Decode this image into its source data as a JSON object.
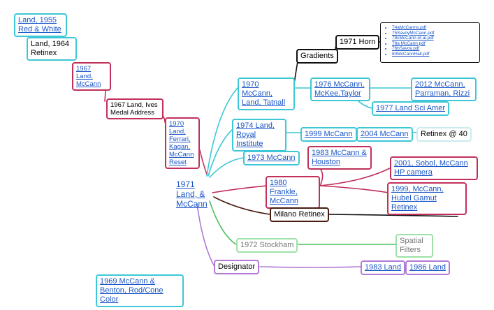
{
  "central": {
    "label": "1971 Land, & McCann"
  },
  "nodes": {
    "land1955": "Land, 1955 Red & White",
    "land1964": "Land, 1964 Retinex",
    "land1967": "1967 Land, McCann",
    "ives1967": "1967 Land, Ives Medal Address",
    "reset1970": "1970 Land, Ferrari, Kagan, McCann Reset",
    "tatnall1970": "1970 McCann, Land, Tatnall",
    "gradients": "Gradients",
    "horn1971": "1971 Horn",
    "mckee1976": "1976 McCann, McKee,Taylor",
    "parraman2012": "2012 McCann, Parraman, Rizzi",
    "sciamer1977": "1977 Land Sci Amer",
    "royal1974": "1974 Land, Royal Institute",
    "mccann1999": "1999 McCann",
    "mccann2004": "2004 McCann",
    "retinex40": "Retinex @ 40",
    "mccann1973": "1973 McCann",
    "houston1983": "1983 McCann & Houston",
    "frankle1980": "1980 Frankle, McCann",
    "sobol2001": "2001, Sobol, McCann HP camera",
    "hubel1999": "1999, McCann, Hubel Gamut Retinex",
    "milano": "Milano Retinex",
    "stockham1972": "1972 Stockham",
    "spatial": "Spatial Filters",
    "designator": "Designator",
    "land1983": "1983 Land",
    "land1986": "1986 Land",
    "benton1969": "1969 McCann & Benton, Rod/Cone Color"
  },
  "pdf_list": [
    "74aMcCanns.pdf",
    "75SavoyMcCann.pdf",
    "78cMcCann et al.pdf",
    "78a McCann.pdf",
    "76bSavoy.pdf",
    "80McCannHall.pdf"
  ],
  "colors": {
    "cyan": "#3cc8d6",
    "crimson": "#c0305a",
    "black": "#111111",
    "brown": "#4a1d12",
    "green": "#4cc05a",
    "purple": "#b27ad6",
    "link": "#1a56c8"
  }
}
